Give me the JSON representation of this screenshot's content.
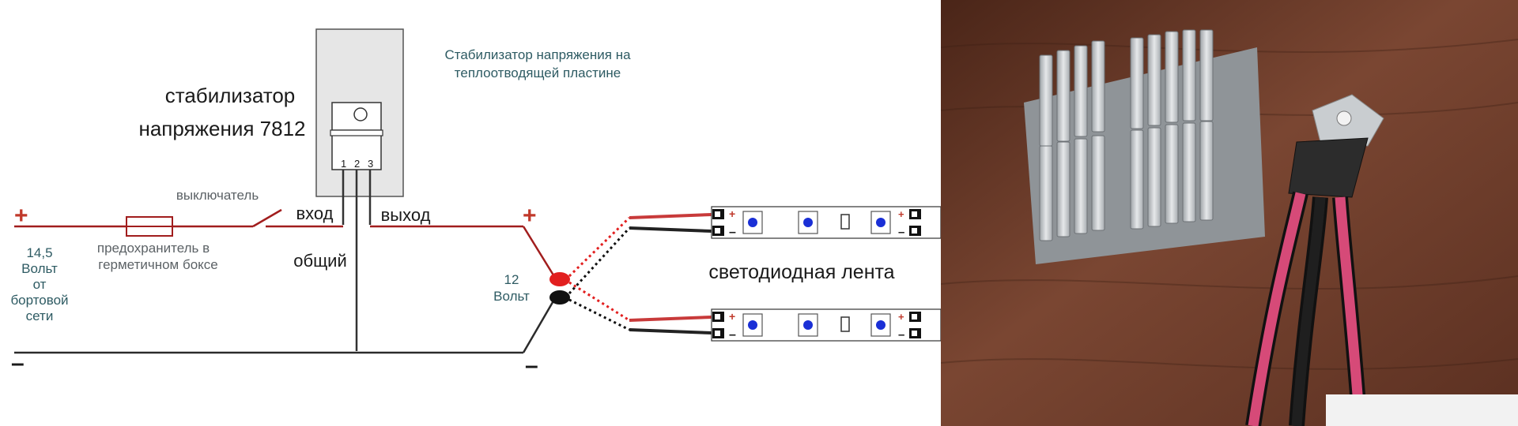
{
  "diagram": {
    "regulator_label_line1": "стабилизатор",
    "regulator_label_line2": "напряжения 7812",
    "heatsink_caption_line1": "Стабилизатор напряжения на",
    "heatsink_caption_line2": "теплоотводящей пластине",
    "pin_numbers": [
      "1",
      "2",
      "3"
    ],
    "input_label": "вход",
    "output_label": "выход",
    "common_label": "общий",
    "switch_label": "выключатель",
    "fuse_label_line1": "предохранитель в",
    "fuse_label_line2": "герметичном боксе",
    "source_plus": "+",
    "source_minus": "–",
    "source_label_lines": [
      "14,5",
      "Вольт",
      "от",
      "бортовой",
      "сети"
    ],
    "output_plus": "+",
    "output_minus": "–",
    "output_voltage_line1": "12",
    "output_voltage_line2": "Вольт",
    "led_strip_label": "светодиодная лента",
    "strip_terminal_plus": "+",
    "strip_terminal_minus": "–"
  },
  "colors": {
    "wire_red": "#a11d1d",
    "wire_black": "#2b2b2b",
    "heatsink_fill": "#e6e6e6",
    "led_blue": "#1a2fd6",
    "photo_wood": "#6b3a2a",
    "photo_aluminum": "#c8ccd0",
    "photo_wire_pink": "#d64a78"
  },
  "photo": {
    "description_icon": "heatsink-and-regulator-photo"
  }
}
